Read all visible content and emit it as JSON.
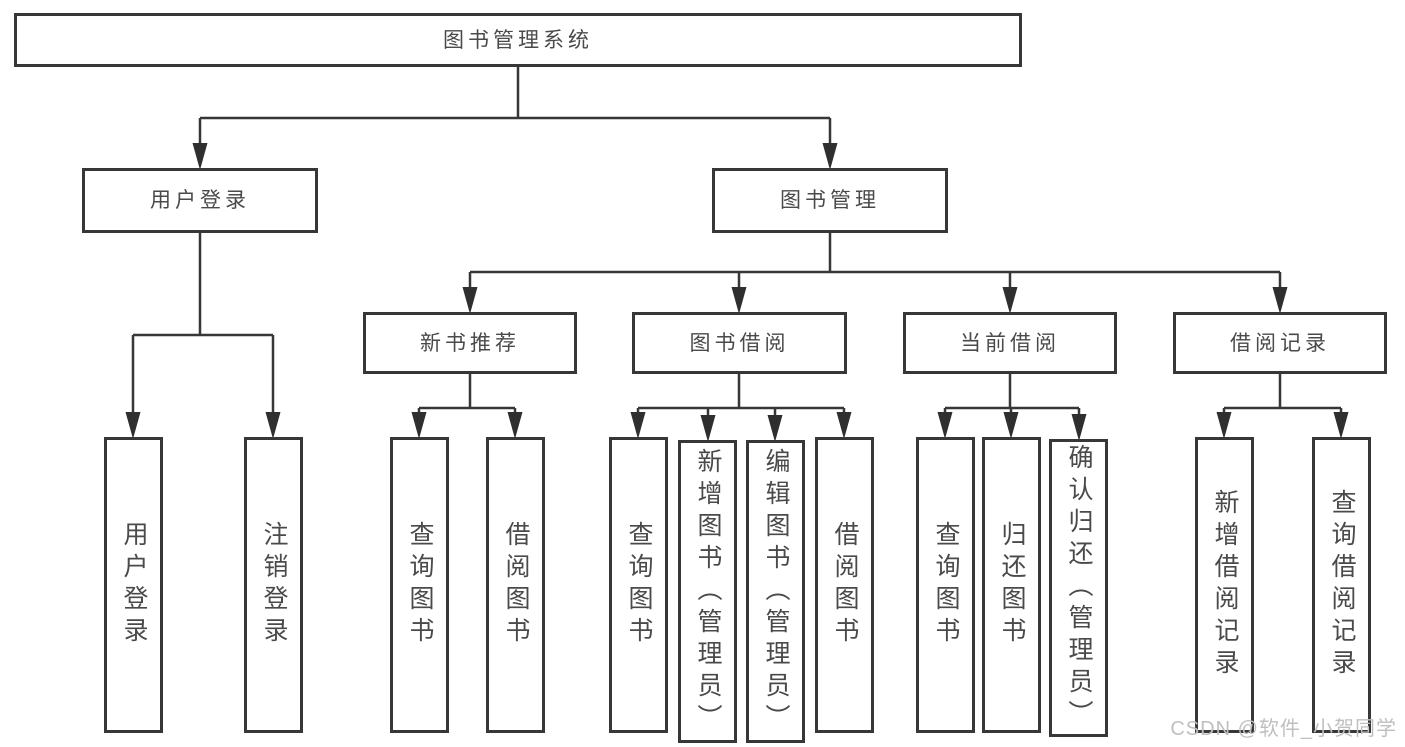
{
  "diagram": {
    "root": {
      "label": "图书管理系统"
    },
    "branches": [
      {
        "label": "用户登录",
        "children": [
          {
            "label": "用户登录"
          },
          {
            "label": "注销登录"
          }
        ]
      },
      {
        "label": "图书管理",
        "children": [
          {
            "label": "新书推荐",
            "children": [
              {
                "label": "查询图书"
              },
              {
                "label": "借阅图书"
              }
            ]
          },
          {
            "label": "图书借阅",
            "children": [
              {
                "label": "查询图书"
              },
              {
                "label": "新增图书（管理员）"
              },
              {
                "label": "编辑图书（管理员）"
              },
              {
                "label": "借阅图书"
              }
            ]
          },
          {
            "label": "当前借阅",
            "children": [
              {
                "label": "查询图书"
              },
              {
                "label": "归还图书"
              },
              {
                "label": "确认归还（管理员）"
              }
            ]
          },
          {
            "label": "借阅记录",
            "children": [
              {
                "label": "新增借阅记录"
              },
              {
                "label": "查询借阅记录"
              }
            ]
          }
        ]
      }
    ]
  },
  "watermark": {
    "text": "CSDN @软件_小贺同学"
  },
  "colors": {
    "line": "#373737",
    "text": "#4a4a4a",
    "watermark": "#bfbfbf",
    "background": "#ffffff"
  }
}
